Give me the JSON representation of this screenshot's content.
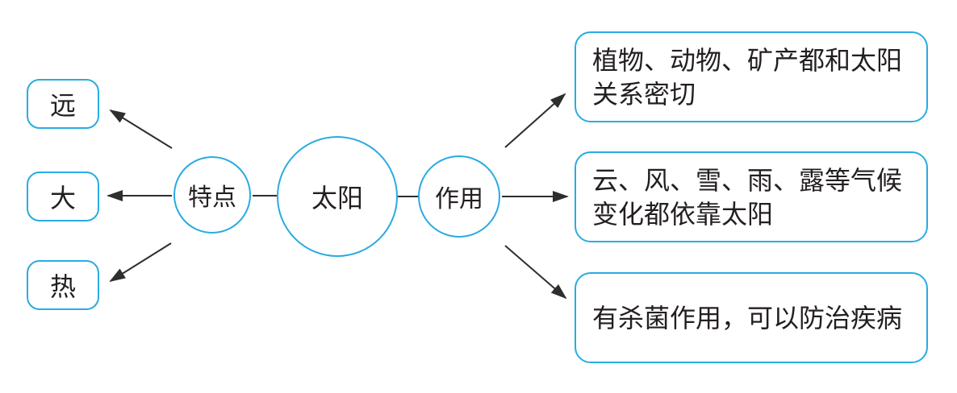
{
  "diagram": {
    "title_hint": "concept map of the sun",
    "center": {
      "label": "太阳"
    },
    "left_branch": {
      "label": "特点",
      "items": [
        {
          "label": "远"
        },
        {
          "label": "大"
        },
        {
          "label": "热"
        }
      ]
    },
    "right_branch": {
      "label": "作用",
      "items": [
        {
          "lines": [
            "植物、动物、矿产都和太阳",
            "关系密切"
          ],
          "text": "植物、动物、矿产都和太阳关系密切"
        },
        {
          "lines": [
            "云、风、雪、雨、露等气候",
            "变化都依靠太阳"
          ],
          "text": "云、风、雪、雨、露等气候变化都依靠太阳"
        },
        {
          "lines": [
            "有杀菌作用，可以防治疾病"
          ],
          "text": "有杀菌作用，可以防治疾病"
        }
      ]
    },
    "colors": {
      "accent_border": "#29abe2",
      "arrow": "#2e2e2e",
      "text": "#231f20",
      "background": "#ffffff"
    }
  }
}
